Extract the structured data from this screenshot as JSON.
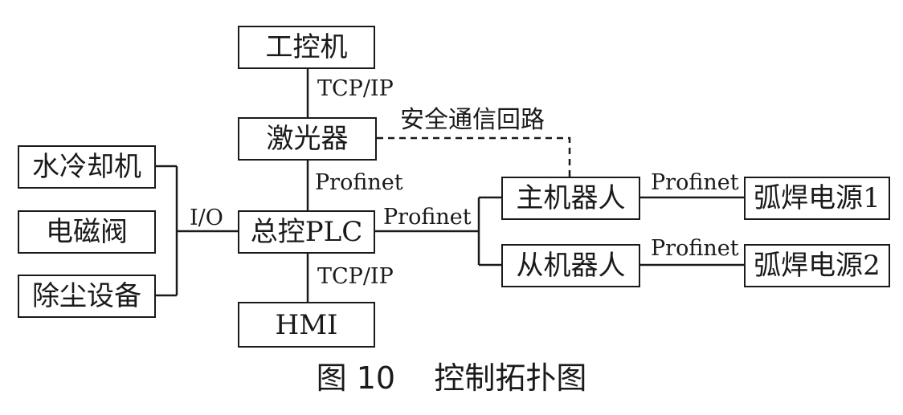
{
  "nodes": {
    "industrial_pc": "工控机",
    "laser": "激光器",
    "water_chiller": "水冷却机",
    "solenoid_valve": "电磁阀",
    "dust_removal": "除尘设备",
    "master_plc": "总控PLC",
    "hmi": "HMI",
    "master_robot": "主机器人",
    "slave_robot": "从机器人",
    "arc_power_1": "弧焊电源1",
    "arc_power_2": "弧焊电源2"
  },
  "links": {
    "pc_laser": "TCP/IP",
    "safety_loop": "安全通信回路",
    "laser_plc": "Profinet",
    "io": "I/O",
    "plc_robots": "Profinet",
    "plc_hmi": "TCP/IP",
    "master_power": "Profinet",
    "slave_power": "Profinet"
  },
  "caption": {
    "figure_number": "图 10",
    "title": "控制拓扑图"
  }
}
